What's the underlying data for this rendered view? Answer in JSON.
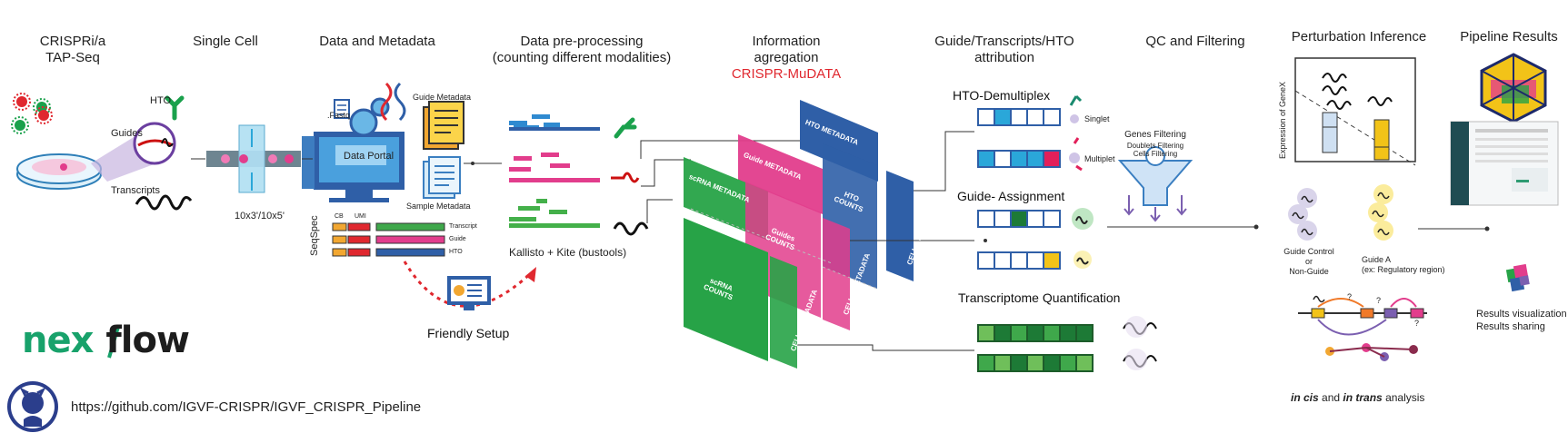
{
  "headers": {
    "crispr": "CRISPRi/a\nTAP-Seq",
    "single_cell": "Single Cell",
    "data_meta": "Data and Metadata",
    "preproc": "Data pre-processing\n(counting different modalities)",
    "info_agg": "Information\nagregation",
    "info_agg_red": "CRISPR-MuDATA",
    "attribution": "Guide/Transcripts/HTO\nattribution",
    "qc": "QC and Filtering",
    "perturbation": "Perturbation Inference",
    "results": "Pipeline Results"
  },
  "labels": {
    "hto": "HTO",
    "guides": "Guides",
    "transcripts": "Transcripts",
    "chip": "10x3'/10x5'",
    "fastq": ".Fastq",
    "guide_metadata": "Guide Metadata",
    "data_portal": "Data Portal",
    "sample_metadata": "Sample Metadata",
    "seqspec": "SeqSpec",
    "cb": "CB",
    "umi": "UMI",
    "row_transcript": "Transcript",
    "row_guide": "Guide",
    "row_hto": "HTO",
    "friendly_setup": "Friendly Setup",
    "kallisto": "Kallisto + Kite (bustools)",
    "hto_metadata": "HTO METADATA",
    "guide_meta_panel": "Guide METADATA",
    "scrna_metadata": "scRNA METADATA",
    "hto_counts": "HTO COUNTS",
    "guides_counts": "Guides COUNTS",
    "cells_metadata": "CELLS METADATA",
    "scrna_counts": "scRNA COUNTS",
    "hto_demux": "HTO-Demultiplex",
    "singlet": "Singlet",
    "multiplet": "Multiplet",
    "guide_assign": "Guide- Assignment",
    "transcriptome": "Transcriptome Quantification",
    "genes_filtering": "Genes Filtering",
    "doublets_filtering": "Doublets Filtering",
    "cells_filtering": "Cells Filtering",
    "expression_axis": "Expression of GeneX",
    "guide_control": "Guide Control\nor\nNon-Guide",
    "guide_a": "Guide A\n(ex: Regulatory region)",
    "q1": "?",
    "q2": "?",
    "q3": "?",
    "in_cis_1": "in cis",
    "in_cis_2": " and ",
    "in_cis_3": "in trans",
    "in_cis_4": " analysis",
    "results_viz": "Results visualization",
    "results_share": "Results sharing",
    "logo_next": "nex",
    "logo_flow": "flow",
    "github_url": "https://github.com/IGVF-CRISPR/IGVF_CRISPR_Pipeline"
  },
  "colors": {
    "blue": "#2f5fa7",
    "pink": "#e23d8c",
    "green": "#27a347",
    "dark_green": "#1d7a36",
    "red": "#e0282f",
    "yellow": "#f2c318",
    "light_blue": "#2aa7d9",
    "nextflow_green": "#18a26b"
  }
}
